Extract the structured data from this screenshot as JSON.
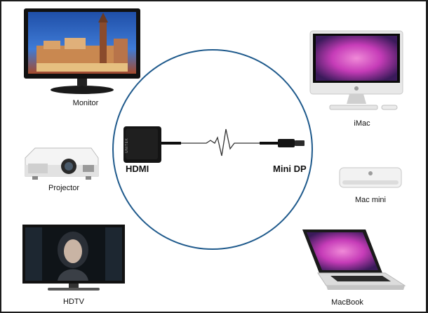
{
  "devices": {
    "monitor": {
      "label": "Monitor"
    },
    "projector": {
      "label": "Projector"
    },
    "hdtv": {
      "label": "HDTV"
    },
    "imac": {
      "label": "iMac"
    },
    "mac_mini": {
      "label": "Mac mini"
    },
    "macbook": {
      "label": "MacBook"
    }
  },
  "adapter": {
    "left_port": "HDMI",
    "right_port": "Mini DP",
    "brand": "UNITEK"
  },
  "colors": {
    "circle": "#1f5a8c",
    "screen_blue": "#2b63b8",
    "mac_purple": "#c63cb8"
  }
}
